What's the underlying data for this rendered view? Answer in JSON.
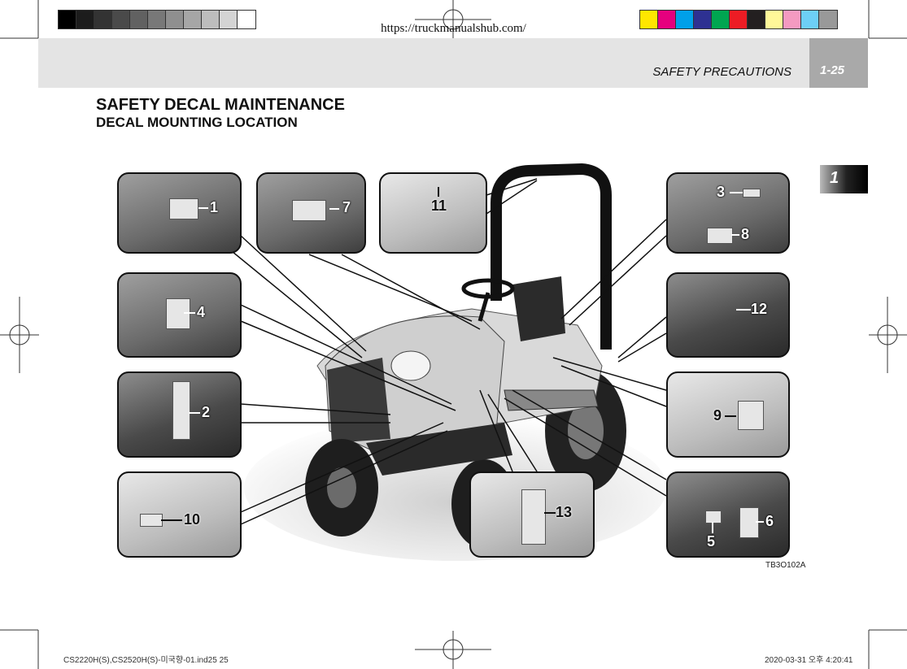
{
  "url": "https://truckmanualshub.com/",
  "header": {
    "section": "SAFETY PRECAUTIONS",
    "page": "1-25",
    "chapter": "1"
  },
  "title": "SAFETY DECAL MAINTENANCE",
  "subtitle": "DECAL MOUNTING LOCATION",
  "figure_code": "TB3O102A",
  "footer": {
    "file": "CS2220H(S),CS2520H(S)-미국향-01.ind25   25",
    "timestamp": "2020-03-31   오후 4:20:41"
  },
  "callouts": {
    "c1": "1",
    "c2": "2",
    "c3": "3",
    "c4": "4",
    "c5": "5",
    "c6": "6",
    "c7": "7",
    "c8": "8",
    "c9": "9",
    "c10": "10",
    "c11": "11",
    "c12": "12",
    "c13": "13"
  },
  "colors": {
    "grayscale": [
      "#000000",
      "#1c1c1c",
      "#333333",
      "#4a4a4a",
      "#616161",
      "#787878",
      "#8f8f8f",
      "#a6a6a6",
      "#bdbdbd",
      "#d4d4d4",
      "#ffffff"
    ],
    "process": [
      "#ffe600",
      "#e6007e",
      "#00a0e9",
      "#2e3192",
      "#00a651",
      "#ed1c24",
      "#231f20",
      "#fff799",
      "#f49ac1",
      "#6dcff6",
      "#999999"
    ]
  }
}
